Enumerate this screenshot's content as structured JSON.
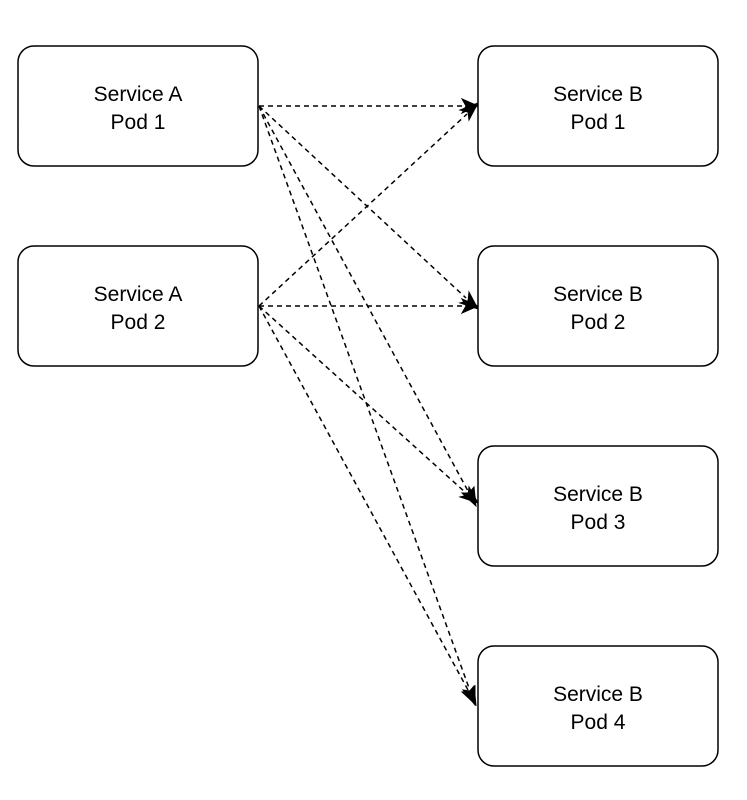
{
  "nodes": [
    {
      "id": "a1",
      "line1": "Service A",
      "line2": "Pod 1"
    },
    {
      "id": "a2",
      "line1": "Service A",
      "line2": "Pod 2"
    },
    {
      "id": "b1",
      "line1": "Service B",
      "line2": "Pod 1"
    },
    {
      "id": "b2",
      "line1": "Service B",
      "line2": "Pod 2"
    },
    {
      "id": "b3",
      "line1": "Service B",
      "line2": "Pod 3"
    },
    {
      "id": "b4",
      "line1": "Service B",
      "line2": "Pod 4"
    }
  ],
  "edges": [
    {
      "from": "a1",
      "to": "b1",
      "style": "dashed"
    },
    {
      "from": "a1",
      "to": "b2",
      "style": "dashed"
    },
    {
      "from": "a1",
      "to": "b3",
      "style": "dashed"
    },
    {
      "from": "a1",
      "to": "b4",
      "style": "dashed"
    },
    {
      "from": "a2",
      "to": "b1",
      "style": "dashed"
    },
    {
      "from": "a2",
      "to": "b2",
      "style": "dashed"
    },
    {
      "from": "a2",
      "to": "b3",
      "style": "dashed"
    },
    {
      "from": "a2",
      "to": "b4",
      "style": "dashed"
    }
  ],
  "colors": {
    "stroke": "#000000",
    "fill": "#ffffff",
    "text": "#000000"
  }
}
